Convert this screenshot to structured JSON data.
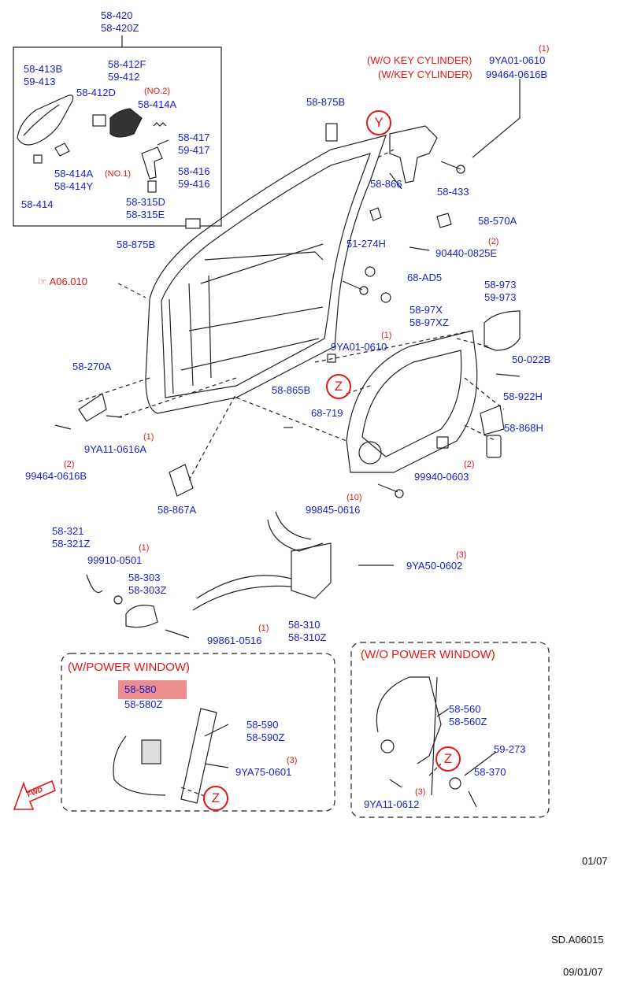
{
  "callouts": {
    "handle_assy_a": "58-420",
    "handle_assy_b": "58-420Z",
    "handle_a": "58-413B",
    "handle_b": "59-413",
    "cap_a": "58-412F",
    "cap_b": "59-412",
    "pad": "58-412D",
    "note2": "(NO.2)",
    "spring": "58-414A",
    "rod_a": "58-417",
    "rod_b": "59-417",
    "clip_a": "58-414A",
    "note1": "(NO.1)",
    "clip_b": "58-414Y",
    "bracket_a": "58-416",
    "bracket_b": "59-416",
    "grommet": "58-414",
    "cyl_a": "58-315D",
    "cyl_b": "58-315E",
    "seal_bottom": "58-875B",
    "seal_top": "58-875B",
    "wo_key": "(W/O KEY CYLINDER)",
    "w_key": "(W/KEY CYLINDER)",
    "bolt_wo_key": "9YA01-0610",
    "bolt_w_key": "99464-0616B",
    "qty_key": "(1)",
    "bracket_433": "58-433",
    "glass_866": "58-866",
    "clip_570a": "58-570A",
    "pad_274h": "51-274H",
    "screw_90440": "90440-0825E",
    "qty_90440": "(2)",
    "clip_ad5": "68-AD5",
    "ref_a06": "A06.010",
    "panel_973a": "58-973",
    "panel_973b": "59-973",
    "carrier_a": "58-97X",
    "carrier_b": "58-97XZ",
    "bolt_9ya01": "9YA01-0610",
    "qty_9ya01": "(1)",
    "bolt_50022b": "50-022B",
    "check_270a": "58-270A",
    "bumper_865b": "58-865B",
    "film_922h": "58-922H",
    "clip_719": "68-719",
    "cover_868h": "58-868H",
    "bolt_9ya11": "9YA11-0616A",
    "qty_9ya11": "(1)",
    "bolt_99464": "99464-0616B",
    "qty_99464": "(2)",
    "nut_99940": "99940-0603",
    "qty_99940": "(2)",
    "bolt_99845": "99845-0616",
    "qty_99845": "(10)",
    "hinge_867a": "58-867A",
    "rod_321a": "58-321",
    "rod_321b": "58-321Z",
    "screw_99910": "99910-0501",
    "qty_99910": "(1)",
    "inner_303a": "58-303",
    "inner_303b": "58-303Z",
    "bolt_9ya50": "9YA50-0602",
    "qty_9ya50": "(3)",
    "latch_310a": "58-310",
    "latch_310b": "58-310Z",
    "screw_99861": "99861-0516",
    "qty_99861": "(1)",
    "motor_580a": "58-580",
    "motor_580b": "58-580Z",
    "reg_590a": "58-590",
    "reg_590b": "58-590Z",
    "bolt_9ya75": "9YA75-0601",
    "qty_9ya75": "(3)",
    "reg_560a": "58-560",
    "reg_560b": "58-560Z",
    "knob_273": "59-273",
    "crank_370": "58-370",
    "bolt_9ya11b": "9YA11-0612",
    "qty_9ya11b": "(3)"
  },
  "markers": {
    "y": "Y",
    "z1": "Z",
    "z2": "Z",
    "z3": "Z"
  },
  "groups": {
    "power_window": "(W/POWER WINDOW)",
    "no_power_window": "(W/O POWER WINDOW)"
  },
  "fwd_label": "FWD",
  "footer": {
    "page": "01/07",
    "code": "SD.A06015",
    "date": "09/01/07"
  },
  "colors": {
    "callout": "#1a22c8",
    "note": "#e01818",
    "highlight": "#e8797a",
    "line": "#222222"
  }
}
